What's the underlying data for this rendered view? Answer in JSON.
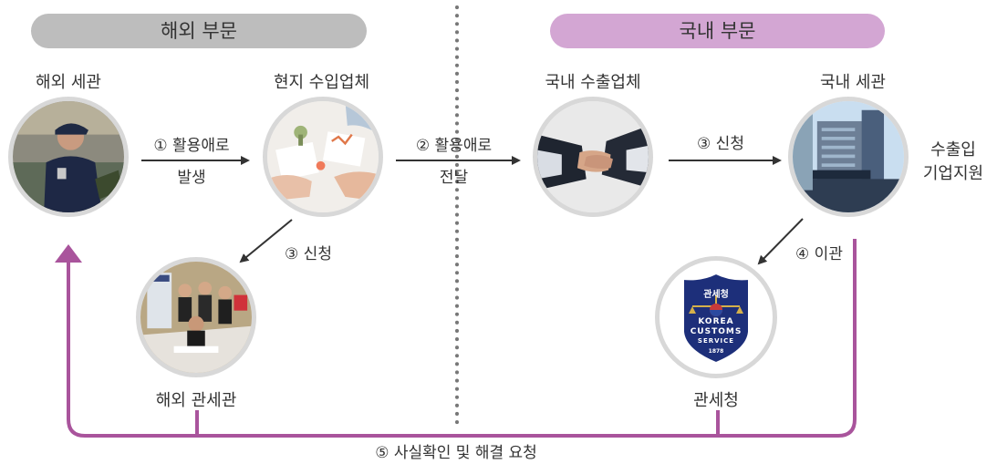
{
  "sections": {
    "overseas": "해외 부문",
    "domestic": "국내 부문"
  },
  "nodes": {
    "overseas_customs": "해외 세관",
    "local_importer": "현지 수입업체",
    "overseas_customs_attache": "해외 관세관",
    "domestic_exporter": "국내 수출업체",
    "domestic_customs": "국내 세관",
    "kcs": "관세청",
    "export_support_line1": "수출입",
    "export_support_line2": "기업지원"
  },
  "edges": {
    "e1_line1": "① 활용애로",
    "e1_line2": "발생",
    "e2_line1": "② 활용애로",
    "e2_line2": "전달",
    "e3_left": "③ 신청",
    "e3_right": "③ 신청",
    "e4": "④ 이관",
    "e5": "⑤ 사실확인 및 해결 요청"
  },
  "logo": {
    "korean": "관세청",
    "line1": "KOREA",
    "line2": "CUSTOMS",
    "line3": "SERVICE",
    "year": "1878"
  },
  "colors": {
    "overseas_pill": "#bdbdbd",
    "domestic_pill": "#d3a6d3",
    "purple_line": "#a9549c",
    "arrow": "#333333",
    "circle_border": "#d8d8d8",
    "logo_blue": "#1d2f7a"
  }
}
